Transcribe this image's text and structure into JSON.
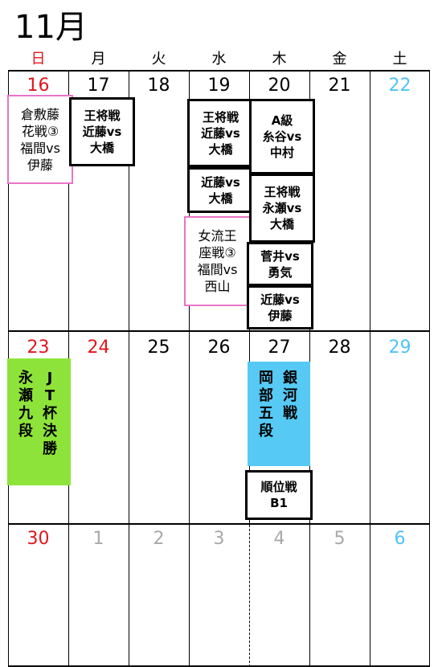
{
  "month_title": "11月",
  "weekdays": [
    "日",
    "月",
    "火",
    "水",
    "木",
    "金",
    "土"
  ],
  "days": {
    "w1": [
      "16",
      "17",
      "18",
      "19",
      "20",
      "21",
      "22"
    ],
    "w2": [
      "23",
      "24",
      "25",
      "26",
      "27",
      "28",
      "29"
    ],
    "w3": [
      "30",
      "1",
      "2",
      "3",
      "4",
      "5",
      "6"
    ]
  },
  "colors": {
    "sunday": "#e0161e",
    "saturday": "#4fc3f7",
    "other_month": "#a8a8a8",
    "pink_border": "#ea74c8",
    "green_block": "#8ee33a",
    "cyan_block": "#56c9f4"
  },
  "events": {
    "kurashiki": [
      "倉敷藤",
      "花戦③",
      "福間vs",
      "伊藤"
    ],
    "oushou_17": [
      "王将戦",
      "近藤vs",
      "大橋"
    ],
    "oushou_19": [
      "王将戦",
      "近藤vs",
      "大橋"
    ],
    "kondo_19": [
      "近藤vs",
      "大橋"
    ],
    "joryu": [
      "女流王",
      "座戦③",
      "福間vs",
      "西山"
    ],
    "a_class": [
      "A級",
      "糸谷vs",
      "中村"
    ],
    "oushou_20": [
      "王将戦",
      "永瀬vs",
      "大橋"
    ],
    "sugai": [
      "菅井vs",
      "勇気"
    ],
    "kondo_20": [
      "近藤vs",
      "伊藤"
    ],
    "jt_cup": {
      "col1": [
        "永",
        "瀬",
        "九",
        "段"
      ],
      "col2": [
        "J",
        "T",
        "杯",
        "決",
        "勝"
      ]
    },
    "ginga": {
      "col1": [
        "岡",
        "部",
        "五",
        "段"
      ],
      "col2": [
        "銀",
        "河",
        "戦"
      ]
    },
    "junisen": [
      "順位戦",
      "B1"
    ]
  }
}
